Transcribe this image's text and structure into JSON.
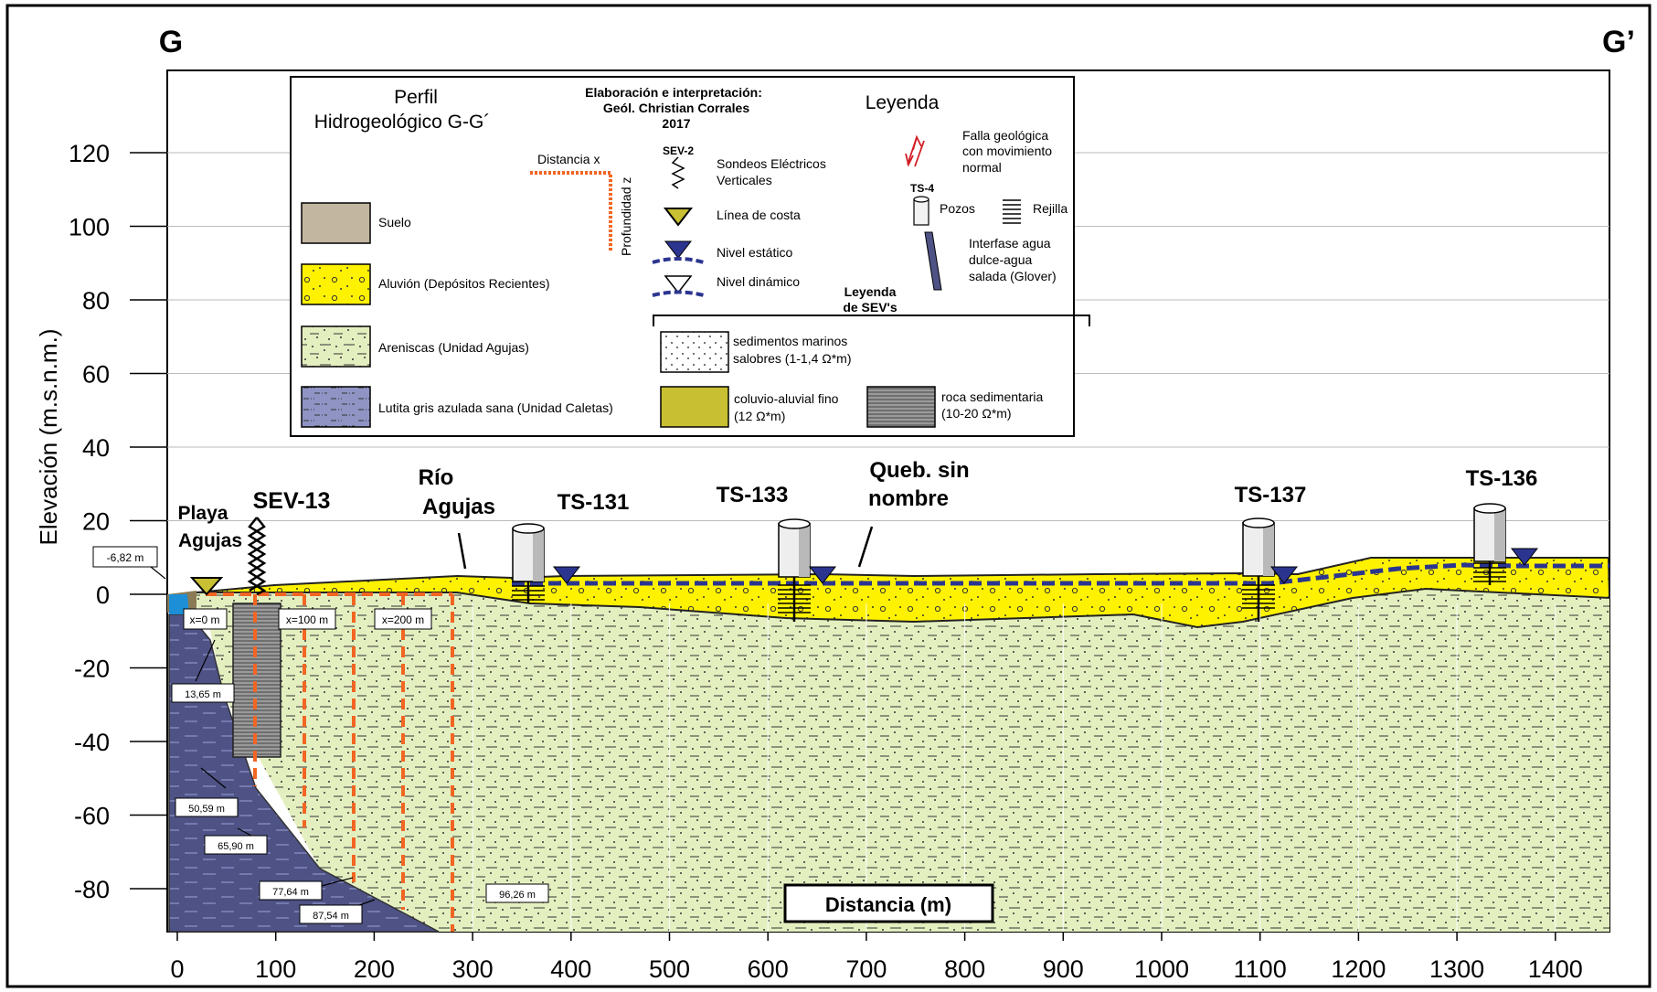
{
  "corners": {
    "left": "G",
    "right": "G’"
  },
  "axis": {
    "ylabel": "Elevación (m.s.n.m.)",
    "xlabel": "Distancia (m)",
    "yticks": [
      "120",
      "100",
      "80",
      "60",
      "40",
      "20",
      "0",
      "-20",
      "-40",
      "-60",
      "-80"
    ],
    "xticks": [
      "0",
      "100",
      "200",
      "300",
      "400",
      "500",
      "600",
      "700",
      "800",
      "900",
      "1000",
      "1100",
      "1200",
      "1300",
      "1400"
    ]
  },
  "legend": {
    "title": [
      "Perfil",
      "Hidrogeológico G-G´"
    ],
    "credit": [
      "Elaboración e interpretación:",
      "Geól. Christian Corrales",
      "2017"
    ],
    "heading": "Leyenda",
    "units": [
      {
        "label": "Suelo",
        "color": "#c2b6a0"
      },
      {
        "label": "Aluvión (Depósitos Recientes)",
        "color": "#fff200"
      },
      {
        "label": "Areniscas (Unidad Agujas)",
        "color": "#e4efc0"
      },
      {
        "label": "Lutita gris azulada sana (Unidad Caletas)",
        "color": "#8f94c4"
      }
    ],
    "distance_x": "Distancia x",
    "depth_z": "Profundidad z",
    "sev_code": "SEV-2",
    "sev_label": [
      "Sondeos Eléctricos",
      "Verticales"
    ],
    "coast_label": "Línea de costa",
    "static_label": "Nivel estático",
    "dynamic_label": "Nivel dinámico",
    "fault_label": [
      "Falla geológica",
      "con movimiento",
      "normal"
    ],
    "ts_code": "TS-4",
    "wells_label": "Pozos",
    "screen_label": "Rejilla",
    "interface_label": [
      "Interfase agua",
      "dulce-agua",
      "salada (Glover)"
    ],
    "sev_legend_title": [
      "Leyenda",
      "de SEV's"
    ],
    "marine_label": [
      "sedimentos marinos",
      "salobres (1-1,4 Ω*m)"
    ],
    "colluvial_label": [
      "coluvio-aluvial fino",
      "(12 Ω*m)"
    ],
    "rock_label": [
      "roca sedimentaria",
      "(10-20 Ω*m)"
    ]
  },
  "profile_labels": {
    "beach": [
      "Playa",
      "Agujas"
    ],
    "sev": "SEV-13",
    "river": [
      "Río",
      "Agujas"
    ],
    "creek": [
      "Queb. sin",
      "nombre"
    ],
    "wells": [
      "TS-131",
      "TS-133",
      "TS-137",
      "TS-136"
    ],
    "sea_depth": "-6,82 m",
    "x_markers": [
      "x=0 m",
      "x=100 m",
      "x=200 m"
    ],
    "depths": [
      "13,65 m",
      "50,59 m",
      "65,90 m",
      "77,64 m",
      "87,54 m",
      "96,26 m"
    ]
  },
  "colors": {
    "alluvium": "#fff200",
    "sandstone": "#e4efc0",
    "shale": "#4e5285",
    "soil": "#c2b6a0",
    "water_level": "#2b3590",
    "sev_dash": "#f26522",
    "colluvial": "#c8c032"
  }
}
